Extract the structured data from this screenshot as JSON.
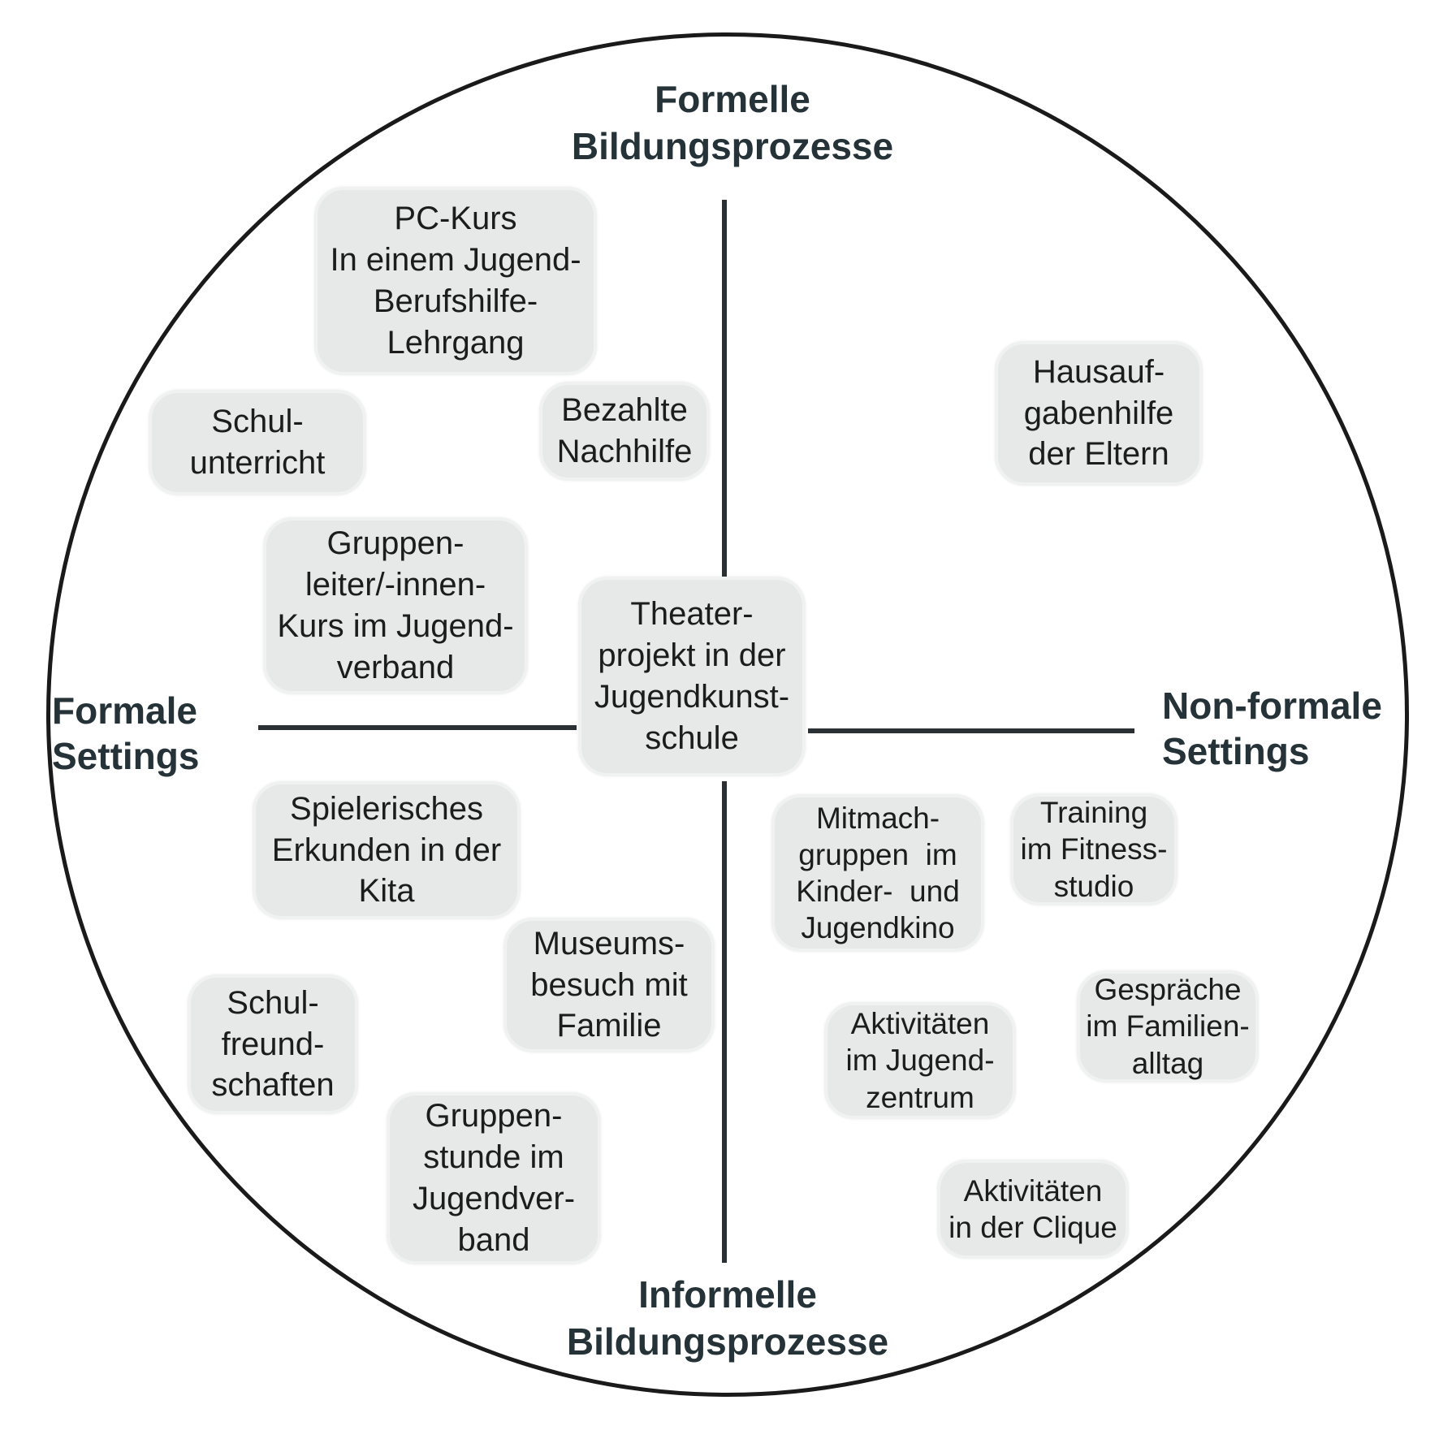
{
  "headings": {
    "top": [
      "Formelle",
      "Bildungsprozesse"
    ],
    "bottom": [
      "Informelle",
      "Bildungsprozesse"
    ],
    "left": [
      "Formale",
      "Settings"
    ],
    "right": [
      "Non-formale",
      "Settings"
    ]
  },
  "colors": {
    "heading_text": "#253237",
    "node_fill": "#e6e9e8",
    "node_border": "#f0f2f1",
    "line": "#2a3033",
    "circle": "#1a1a1a"
  },
  "nodes": {
    "pc_kurs": [
      "PC-Kurs",
      "In einem Jugend-",
      "Berufshilfe-",
      "Lehrgang"
    ],
    "schulunterricht": [
      "Schul-",
      "unterricht"
    ],
    "bezahlte_nachhilfe": [
      "Bezahlte",
      "Nachhilfe"
    ],
    "hausaufgabenhilfe": [
      "Hausauf-",
      "gabenhilfe",
      "der Eltern"
    ],
    "gruppenleiter_kurs": [
      "Gruppen-",
      "leiter/-innen-",
      "Kurs im Jugend-",
      "verband"
    ],
    "theaterprojekt": [
      "Theater-",
      "projekt in der",
      "Jugendkunst-",
      "schule"
    ],
    "spielerisches_erkunden": [
      "Spielerisches",
      "Erkunden in der",
      "Kita"
    ],
    "museumsbesuch": [
      "Museums-",
      "besuch mit",
      "Familie"
    ],
    "schulfreundschaften": [
      "Schul-",
      "freund-",
      "schaften"
    ],
    "gruppenstunde": [
      "Gruppen-",
      "stunde im",
      "Jugendver-",
      "band"
    ],
    "mitmachgruppen": [
      "Mitmach-",
      "gruppen  im",
      "Kinder-  und",
      "Jugendkino"
    ],
    "training_fitness": [
      "Training",
      "im Fitness-",
      "studio"
    ],
    "aktivitaeten_jugendzentrum": [
      "Aktivitäten",
      "im Jugend-",
      "zentrum"
    ],
    "gespraeche_familienalltag": [
      "Gespräche",
      "im Familien-",
      "alltag"
    ],
    "aktivitaeten_clique": [
      "Aktivitäten",
      "in der Clique"
    ]
  }
}
